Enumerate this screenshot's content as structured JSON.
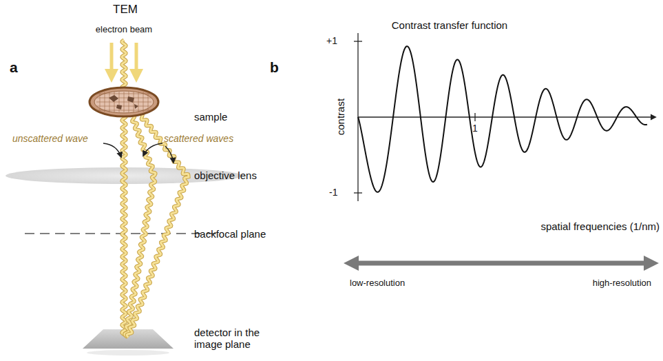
{
  "diagram": {
    "labels": [
      "TEM",
      "electron beam",
      "a",
      "sample",
      "unscattered wave",
      "scattered waves",
      "objective lens",
      "backfocal plane",
      "detector in the image plane",
      "b",
      "Contrast transfer function",
      "+1",
      "1",
      "-1",
      "contrast",
      "spatial frequencies (1/nm)",
      "low-resolution",
      "high-resolution"
    ]
  }
}
